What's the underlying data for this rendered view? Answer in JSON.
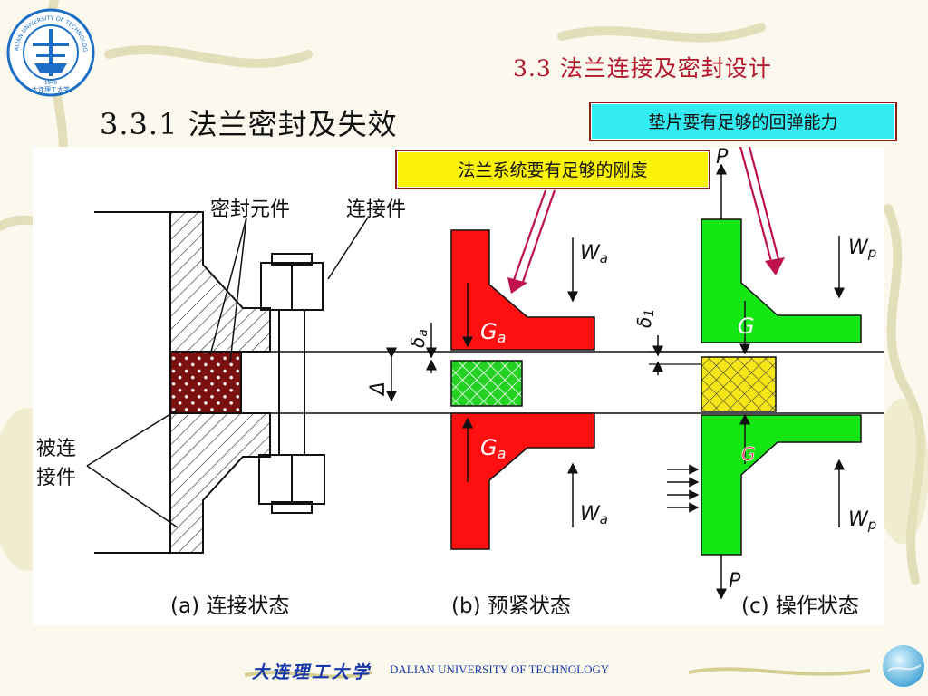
{
  "header": {
    "logo_top_text": "DALIAN UNIVERSITY OF TECHNOLOGY",
    "logo_bottom_text": "大连理工大学",
    "logo_year": "1949",
    "section_title": "3.3  法兰连接及密封设计",
    "subsection_title": "3.3.1  法兰密封及失效"
  },
  "callouts": {
    "gasket_resilience": "垫片要有足够的回弹能力",
    "flange_rigidity": "法兰系统要有足够的刚度"
  },
  "figure": {
    "labels": {
      "sealing_element": "密封元件",
      "connector": "连接件",
      "connected_part_line1": "被连",
      "connected_part_line2": "接件",
      "delta_big": "Δ",
      "delta_a_sym": "δ",
      "delta_a_sub": "a",
      "delta_1_sym": "δ",
      "delta_1_sub": "1",
      "Ga_sym": "G",
      "Ga_sub": "a",
      "G_top": "G",
      "G_bottom": "G",
      "Wa_sym": "W",
      "Wa_sub": "a",
      "Wp_sym": "W",
      "Wp_sub": "p",
      "P": "P"
    },
    "captions": {
      "a": "(a)  连接状态",
      "b": "(b)  预紧状态",
      "c": "(c)  操作状态"
    },
    "colors": {
      "flange_b": "#ff1010",
      "flange_c": "#14e614",
      "gasket_b": "#25d025",
      "gasket_c": "#f5e61a",
      "gasket_a": "#7a1010"
    }
  },
  "footer": {
    "university_cn": "大连理工大学",
    "university_en": "DALIAN UNIVERSITY OF TECHNOLOGY"
  }
}
